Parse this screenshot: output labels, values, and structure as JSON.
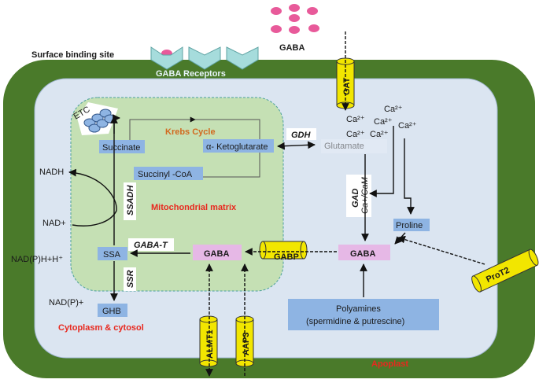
{
  "title": "GABA",
  "surface_label": "Surface binding site",
  "receptors_label": "GABA Receptors",
  "apoplast_label": "Apoplast",
  "cytoplasm_label": "Cytoplasm & cytosol",
  "matrix_label": "Mitochondrial matrix",
  "krebs_label": "Krebs Cycle",
  "etc_label": "ETC",
  "nodes": {
    "succinate": "Succinate",
    "aketo": "α- Ketoglutarate",
    "succinyl": "Succinyl -CoA",
    "glutamate": "Glutamate",
    "ssa": "SSA",
    "ghb": "GHB",
    "gaba_mito": "GABA",
    "gaba_cyto": "GABA",
    "proline": "Proline",
    "polyamines_line1": "Polyamines",
    "polyamines_line2": "(spermidine & putrescine)"
  },
  "transporters": {
    "gat": "GAT",
    "gabp": "GABP",
    "prot2": "ProT2",
    "almt1": "ALMT1",
    "aap3": "AAP3"
  },
  "enzymes": {
    "gdh": "GDH",
    "gad": "GAD",
    "gad_cofactor": "Ca+/CaM",
    "ssadh": "SSADH",
    "gabat": "GABA-T",
    "ssr": "SSR"
  },
  "side_labels": {
    "nadh": "NADH",
    "nad_plus": "NAD+",
    "nadph": "NAD(P)H+H⁺",
    "nadp": "NAD(P)+"
  },
  "calcium": [
    "Ca²⁺",
    "Ca²⁺",
    "Ca²⁺",
    "Ca²⁺",
    "Ca²⁺",
    "Ca²⁺"
  ],
  "colors": {
    "cell_wall": "#4a7a2a",
    "cytoplasm": "#dbe5f1",
    "matrix": "#c5e0b4",
    "node_blue": "#8eb4e3",
    "node_pink": "#e6b8e6",
    "transporter": "#f2e600",
    "receptor": "#a6dcdc",
    "red_label": "#e8281e",
    "orange_label": "#d2691e",
    "gaba_dot": "#e85a9a"
  }
}
